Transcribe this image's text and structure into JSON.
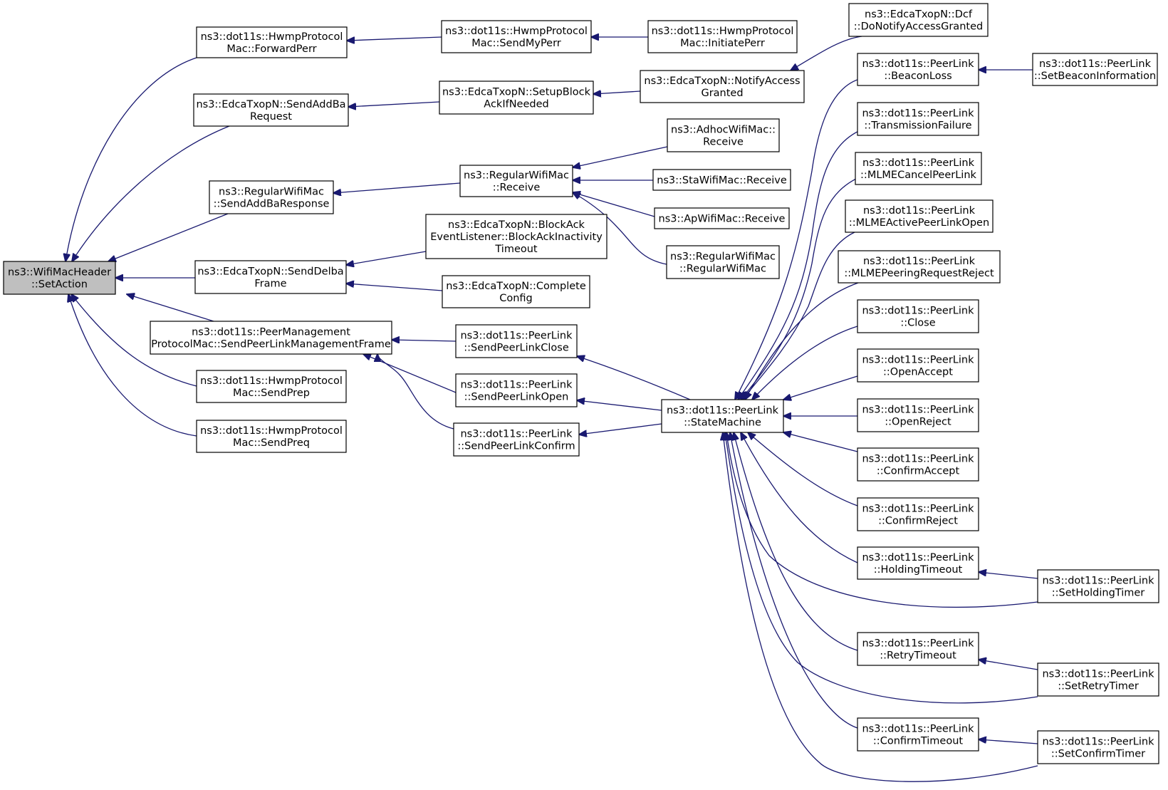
{
  "colors": {
    "edge": "#191970",
    "root_fill": "#bfbfbf",
    "node_fill": "#ffffff",
    "border": "#000000"
  },
  "nodes": [
    {
      "id": "n0",
      "lines": [
        "ns3::WifiMacHeader",
        "::SetAction"
      ]
    },
    {
      "id": "n1",
      "lines": [
        "ns3::dot11s::HwmpProtocol",
        "Mac::ForwardPerr"
      ]
    },
    {
      "id": "n2",
      "lines": [
        "ns3::EdcaTxopN::SendAddBa",
        "Request"
      ]
    },
    {
      "id": "n3",
      "lines": [
        "ns3::RegularWifiMac",
        "::SendAddBaResponse"
      ]
    },
    {
      "id": "n4",
      "lines": [
        "ns3::EdcaTxopN::SendDelba",
        "Frame"
      ]
    },
    {
      "id": "n5",
      "lines": [
        "ns3::dot11s::PeerManagement",
        "ProtocolMac::SendPeerLinkManagementFrame"
      ]
    },
    {
      "id": "n6",
      "lines": [
        "ns3::dot11s::HwmpProtocol",
        "Mac::SendPrep"
      ]
    },
    {
      "id": "n7",
      "lines": [
        "ns3::dot11s::HwmpProtocol",
        "Mac::SendPreq"
      ]
    },
    {
      "id": "n8",
      "lines": [
        "ns3::dot11s::HwmpProtocol",
        "Mac::SendMyPerr"
      ]
    },
    {
      "id": "n9",
      "lines": [
        "ns3::EdcaTxopN::SetupBlock",
        "AckIfNeeded"
      ]
    },
    {
      "id": "n10",
      "lines": [
        "ns3::RegularWifiMac",
        "::Receive"
      ]
    },
    {
      "id": "n11",
      "lines": [
        "ns3::EdcaTxopN::BlockAck",
        "EventListener::BlockAckInactivity",
        "Timeout"
      ]
    },
    {
      "id": "n12",
      "lines": [
        "ns3::EdcaTxopN::Complete",
        "Config"
      ]
    },
    {
      "id": "n13",
      "lines": [
        "ns3::dot11s::PeerLink",
        "::SendPeerLinkClose"
      ]
    },
    {
      "id": "n14",
      "lines": [
        "ns3::dot11s::PeerLink",
        "::SendPeerLinkOpen"
      ]
    },
    {
      "id": "n15",
      "lines": [
        "ns3::dot11s::PeerLink",
        "::SendPeerLinkConfirm"
      ]
    },
    {
      "id": "n16",
      "lines": [
        "ns3::dot11s::HwmpProtocol",
        "Mac::InitiatePerr"
      ]
    },
    {
      "id": "n17",
      "lines": [
        "ns3::EdcaTxopN::NotifyAccess",
        "Granted"
      ]
    },
    {
      "id": "n18",
      "lines": [
        "ns3::AdhocWifiMac::",
        "Receive"
      ]
    },
    {
      "id": "n19",
      "lines": [
        "ns3::StaWifiMac::Receive"
      ]
    },
    {
      "id": "n20",
      "lines": [
        "ns3::ApWifiMac::Receive"
      ]
    },
    {
      "id": "n21",
      "lines": [
        "ns3::RegularWifiMac",
        "::RegularWifiMac"
      ]
    },
    {
      "id": "n22",
      "lines": [
        "ns3::dot11s::PeerLink",
        "::StateMachine"
      ]
    },
    {
      "id": "n23",
      "lines": [
        "ns3::EdcaTxopN::Dcf",
        "::DoNotifyAccessGranted"
      ]
    },
    {
      "id": "n24",
      "lines": [
        "ns3::dot11s::PeerLink",
        "::BeaconLoss"
      ]
    },
    {
      "id": "n25",
      "lines": [
        "ns3::dot11s::PeerLink",
        "::TransmissionFailure"
      ]
    },
    {
      "id": "n26",
      "lines": [
        "ns3::dot11s::PeerLink",
        "::MLMECancelPeerLink"
      ]
    },
    {
      "id": "n27",
      "lines": [
        "ns3::dot11s::PeerLink",
        "::MLMEActivePeerLinkOpen"
      ]
    },
    {
      "id": "n28",
      "lines": [
        "ns3::dot11s::PeerLink",
        "::MLMEPeeringRequestReject"
      ]
    },
    {
      "id": "n29",
      "lines": [
        "ns3::dot11s::PeerLink",
        "::Close"
      ]
    },
    {
      "id": "n30",
      "lines": [
        "ns3::dot11s::PeerLink",
        "::OpenAccept"
      ]
    },
    {
      "id": "n31",
      "lines": [
        "ns3::dot11s::PeerLink",
        "::OpenReject"
      ]
    },
    {
      "id": "n32",
      "lines": [
        "ns3::dot11s::PeerLink",
        "::ConfirmAccept"
      ]
    },
    {
      "id": "n33",
      "lines": [
        "ns3::dot11s::PeerLink",
        "::ConfirmReject"
      ]
    },
    {
      "id": "n34",
      "lines": [
        "ns3::dot11s::PeerLink",
        "::HoldingTimeout"
      ]
    },
    {
      "id": "n35",
      "lines": [
        "ns3::dot11s::PeerLink",
        "::RetryTimeout"
      ]
    },
    {
      "id": "n36",
      "lines": [
        "ns3::dot11s::PeerLink",
        "::ConfirmTimeout"
      ]
    },
    {
      "id": "n37",
      "lines": [
        "ns3::dot11s::PeerLink",
        "::SetBeaconInformation"
      ]
    },
    {
      "id": "n38",
      "lines": [
        "ns3::dot11s::PeerLink",
        "::SetHoldingTimer"
      ]
    },
    {
      "id": "n39",
      "lines": [
        "ns3::dot11s::PeerLink",
        "::SetRetryTimer"
      ]
    },
    {
      "id": "n40",
      "lines": [
        "ns3::dot11s::PeerLink",
        "::SetConfirmTimer"
      ]
    }
  ],
  "edges": [
    [
      "n1",
      "n0"
    ],
    [
      "n2",
      "n0"
    ],
    [
      "n3",
      "n0"
    ],
    [
      "n4",
      "n0"
    ],
    [
      "n5",
      "n0"
    ],
    [
      "n6",
      "n0"
    ],
    [
      "n7",
      "n0"
    ],
    [
      "n8",
      "n1"
    ],
    [
      "n16",
      "n8"
    ],
    [
      "n9",
      "n2"
    ],
    [
      "n17",
      "n9"
    ],
    [
      "n23",
      "n17"
    ],
    [
      "n10",
      "n3"
    ],
    [
      "n18",
      "n10"
    ],
    [
      "n19",
      "n10"
    ],
    [
      "n20",
      "n10"
    ],
    [
      "n21",
      "n10"
    ],
    [
      "n11",
      "n4"
    ],
    [
      "n12",
      "n4"
    ],
    [
      "n13",
      "n5"
    ],
    [
      "n14",
      "n5"
    ],
    [
      "n15",
      "n5"
    ],
    [
      "n22",
      "n13"
    ],
    [
      "n22",
      "n14"
    ],
    [
      "n22",
      "n15"
    ],
    [
      "n24",
      "n22"
    ],
    [
      "n25",
      "n22"
    ],
    [
      "n26",
      "n22"
    ],
    [
      "n27",
      "n22"
    ],
    [
      "n28",
      "n22"
    ],
    [
      "n29",
      "n22"
    ],
    [
      "n30",
      "n22"
    ],
    [
      "n31",
      "n22"
    ],
    [
      "n32",
      "n22"
    ],
    [
      "n33",
      "n22"
    ],
    [
      "n34",
      "n22"
    ],
    [
      "n35",
      "n22"
    ],
    [
      "n36",
      "n22"
    ],
    [
      "n37",
      "n24"
    ],
    [
      "n38",
      "n34"
    ],
    [
      "n38",
      "n22"
    ],
    [
      "n39",
      "n35"
    ],
    [
      "n39",
      "n22"
    ],
    [
      "n40",
      "n36"
    ],
    [
      "n40",
      "n22"
    ]
  ]
}
